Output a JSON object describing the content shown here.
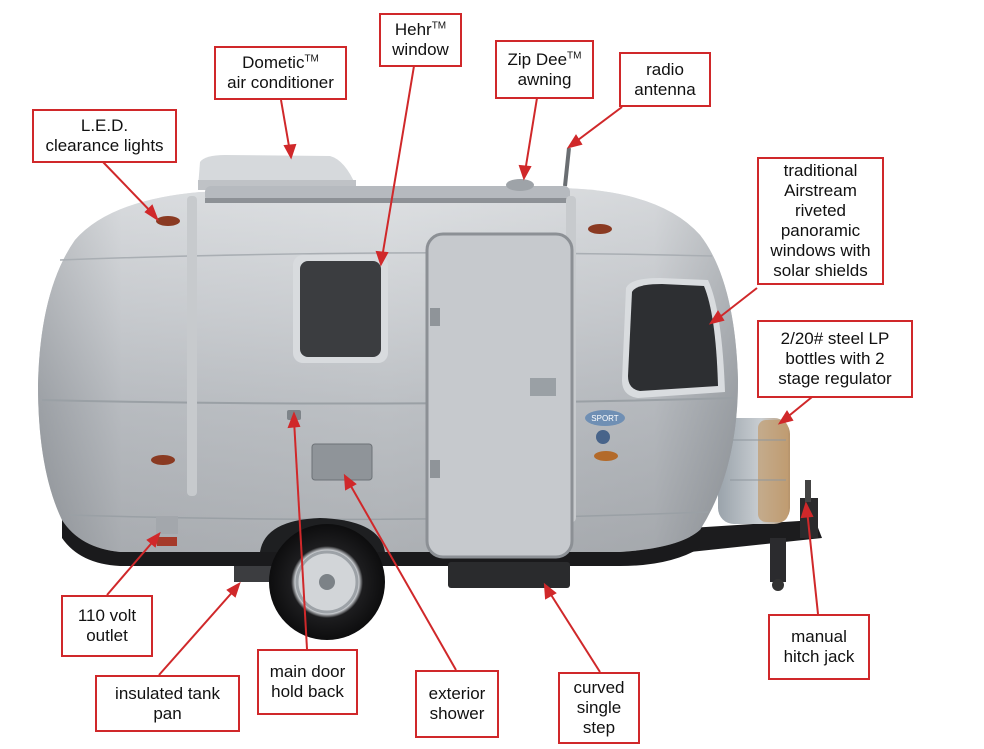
{
  "labels": {
    "led": [
      "L.E.D.",
      "clearance lights"
    ],
    "dometic": [
      "Dometic",
      "air conditioner"
    ],
    "dometic_tm": "TM",
    "hehr": [
      "Hehr",
      "window"
    ],
    "hehr_tm": "TM",
    "zipdee": [
      "Zip Dee",
      "awning"
    ],
    "zipdee_tm": "TM",
    "radio": [
      "radio",
      "antenna"
    ],
    "windows": [
      "traditional",
      "Airstream",
      "riveted",
      "panoramic",
      "windows with",
      "solar shields"
    ],
    "lp": [
      "2/20# steel LP",
      "bottles with 2",
      "stage regulator"
    ],
    "outlet": [
      "110 volt",
      "outlet"
    ],
    "tank": [
      "insulated tank",
      "pan"
    ],
    "door": [
      "main door",
      "hold back"
    ],
    "shower": [
      "exterior",
      "shower"
    ],
    "step": [
      "curved",
      "single",
      "step"
    ],
    "hitch": [
      "manual",
      "hitch jack"
    ]
  },
  "trailer_badge": "SPORT",
  "colors": {
    "label_border": "#d0282a",
    "leader": "#d0282a",
    "body": "#b9bcc0"
  }
}
